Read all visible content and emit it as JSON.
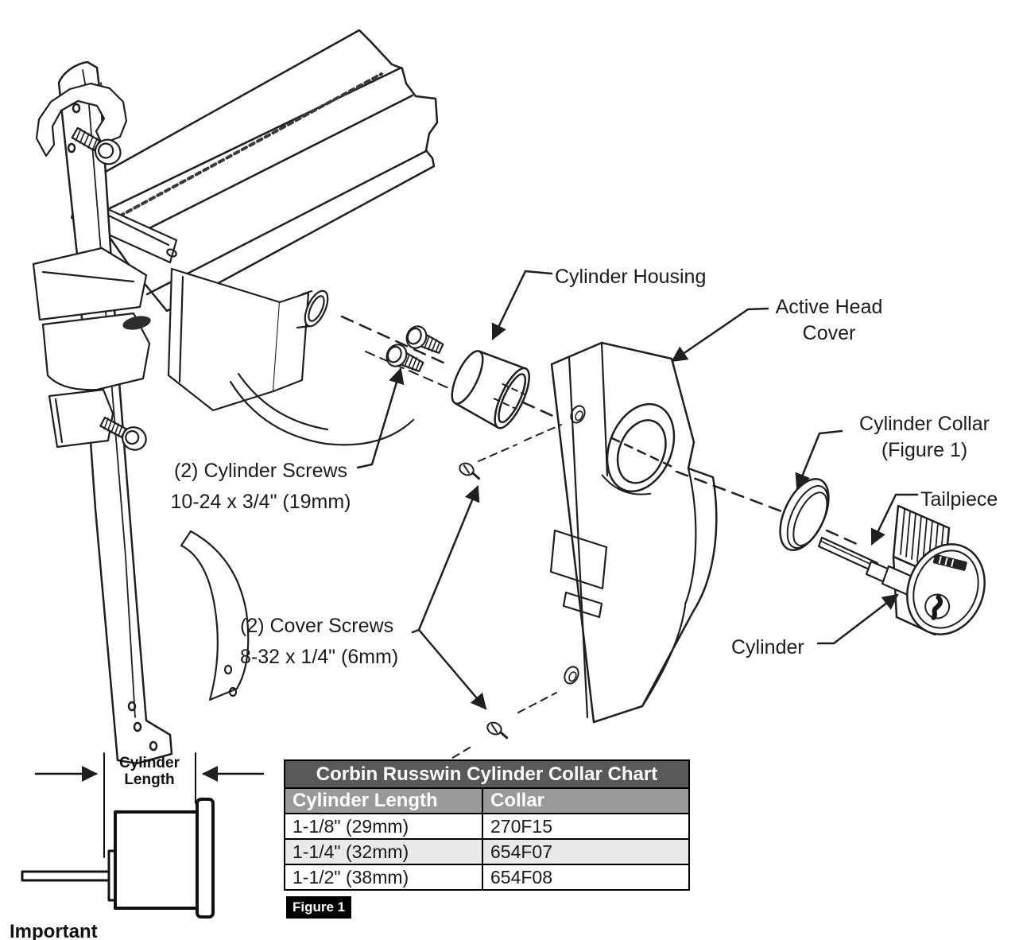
{
  "diagram": {
    "labels": {
      "cylinder_housing": "Cylinder Housing",
      "active_head_line1": "Active Head",
      "active_head_line2": "Cover",
      "cylinder_collar_line1": "Cylinder Collar",
      "cylinder_collar_line2": "(Figure 1)",
      "tailpiece": "Tailpiece",
      "cylinder": "Cylinder",
      "cylinder_screws_line1": "(2) Cylinder Screws",
      "cylinder_screws_line2": "10-24 x 3/4\" (19mm)",
      "cover_screws_line1": "(2) Cover Screws",
      "cover_screws_line2": "8-32 x 1/4\" (6mm)"
    },
    "dimension": {
      "line1": "Cylinder",
      "line2": "Length"
    }
  },
  "table": {
    "title": "Corbin Russwin Cylinder Collar Chart",
    "columns": [
      "Cylinder Length",
      "Collar"
    ],
    "rows": [
      {
        "length": "1-1/8\" (29mm)",
        "collar": "270F15"
      },
      {
        "length": "1-1/4\" (32mm)",
        "collar": "654F07"
      },
      {
        "length": "1-1/2\" (38mm)",
        "collar": "654F08"
      }
    ]
  },
  "figure_badge": "Figure 1",
  "important_heading": "Important",
  "colors": {
    "line_color": "#1f1f1f",
    "table_header_bg": "#58595a",
    "table_subheader_bg": "#98999b",
    "table_row_alt_bg": "#e8e9ea",
    "badge_bg": "#000000"
  }
}
